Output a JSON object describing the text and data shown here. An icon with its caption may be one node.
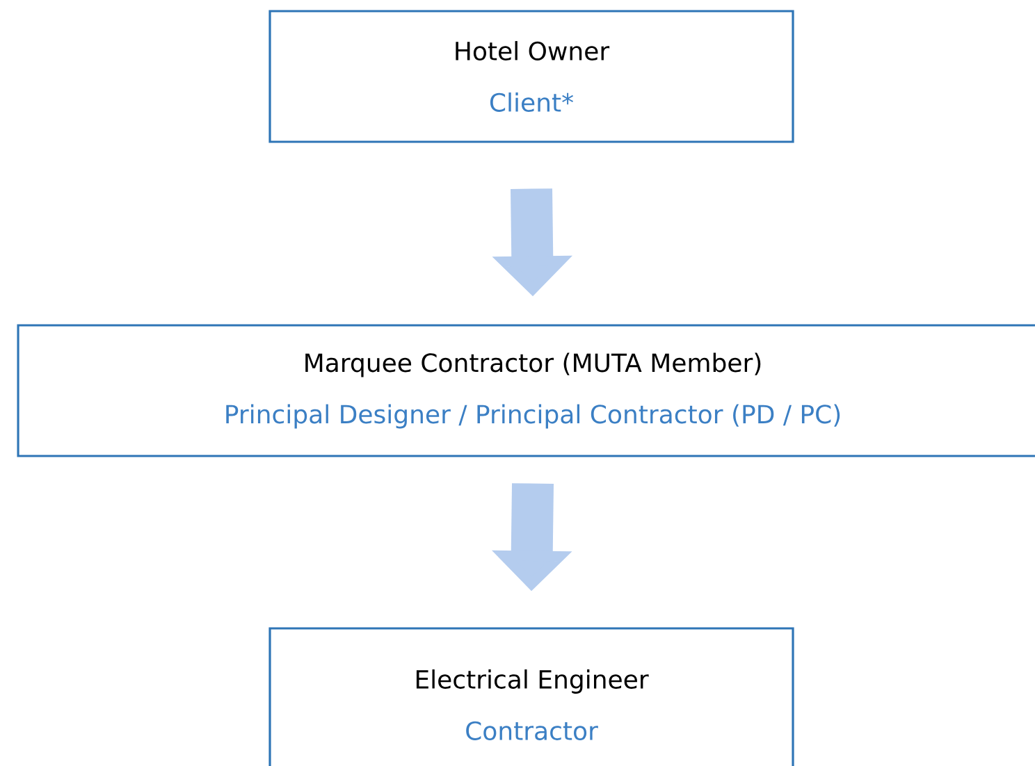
{
  "diagram": {
    "nodes": [
      {
        "text": [
          "Hotel Owner",
          "Client*"
        ]
      },
      {
        "text": [
          "Marquee Contractor (MUTA Member)",
          "Principal Designer / Principal Contractor (PD / PC)"
        ]
      },
      {
        "text": [
          "Electrical Engineer",
          "Contractor"
        ]
      }
    ],
    "edges": [
      {
        "from": 0,
        "to": 1,
        "arrow": "to"
      },
      {
        "from": 1,
        "to": 2,
        "arrow": "to"
      }
    ]
  }
}
